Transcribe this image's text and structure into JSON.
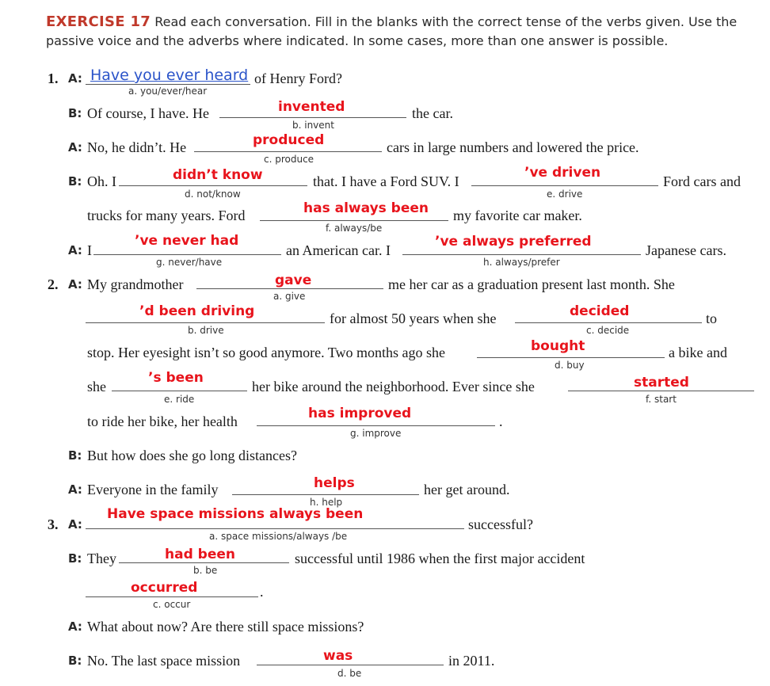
{
  "header": {
    "title": "EXERCISE 17",
    "instructions": "Read each conversation. Fill in the blanks with the correct tense of the verbs given. Use the passive voice and the adverbs where indicated. In some cases, more than one answer is possible."
  },
  "numbers": {
    "n1": "1.",
    "n2": "2.",
    "n3": "3."
  },
  "speakers": {
    "a": "A:",
    "b": "B:"
  },
  "text": {
    "e1_l1": "of Henry Ford?",
    "e1_l2a": "Of course, I have. He",
    "e1_l2b": "the car.",
    "e1_l3a": "No, he didn’t. He",
    "e1_l3b": "cars in large numbers and lowered the price.",
    "e1_l4a": "Oh. I",
    "e1_l4b": "that. I have a Ford SUV. I",
    "e1_l4c": "Ford cars and",
    "e1_l5a": "trucks for many years. Ford",
    "e1_l5b": "my favorite car maker.",
    "e1_l6a": "I",
    "e1_l6b": "an American car. I",
    "e1_l6c": "Japanese cars.",
    "e2_l1a": "My grandmother",
    "e2_l1b": "me her car as a graduation present last month. She",
    "e2_l2a": "for almost 50 years when she",
    "e2_l2b": "to",
    "e2_l3a": "stop. Her eyesight isn’t so good anymore. Two months ago she",
    "e2_l3b": "a bike and",
    "e2_l4a": "she",
    "e2_l4b": "her bike around the neighborhood. Ever since she",
    "e2_l5a": "to ride her bike, her health",
    "e2_l5b": ".",
    "e2_l6": "But how does she go long distances?",
    "e2_l7a": "Everyone in the family",
    "e2_l7b": "her get around.",
    "e3_l1": "successful?",
    "e3_l2a": "They",
    "e3_l2b": "successful until 1986 when the first major accident",
    "e3_l3": ".",
    "e3_l4": "What about now? Are there still space missions?",
    "e3_l5a": "No. The last space mission",
    "e3_l5b": "in 2011."
  },
  "answers": {
    "e1a": "Have you ever heard",
    "e1b": "invented",
    "e1c": "produced",
    "e1d": "didn’t know",
    "e1e": "’ve driven",
    "e1f": "has always been",
    "e1g": "’ve never had",
    "e1h": "’ve always preferred",
    "e2a": "gave",
    "e2b": "’d been driving",
    "e2c": "decided",
    "e2d": "bought",
    "e2e": "’s been",
    "e2f": "started",
    "e2g": "has improved",
    "e2h": "helps",
    "e3a": "Have space missions always been",
    "e3b": "had been",
    "e3c": "occurred",
    "e3d": "was"
  },
  "cues": {
    "e1a": "a. you/ever/hear",
    "e1b": "b. invent",
    "e1c": "c. produce",
    "e1d": "d. not/know",
    "e1e": "e. drive",
    "e1f": "f. always/be",
    "e1g": "g. never/have",
    "e1h": "h. always/prefer",
    "e2a": "a. give",
    "e2b": "b. drive",
    "e2c": "c. decide",
    "e2d": "d. buy",
    "e2e": "e. ride",
    "e2f": "f. start",
    "e2g": "g. improve",
    "e2h": "h. help",
    "e3a": "a. space missions/always /be",
    "e3b": "b. be",
    "e3c": "c. occur",
    "e3d": "d. be"
  },
  "colors": {
    "answer": "#e8141c",
    "handwritten_answer": "#2b54c9",
    "exercise_title": "#c0392b"
  }
}
